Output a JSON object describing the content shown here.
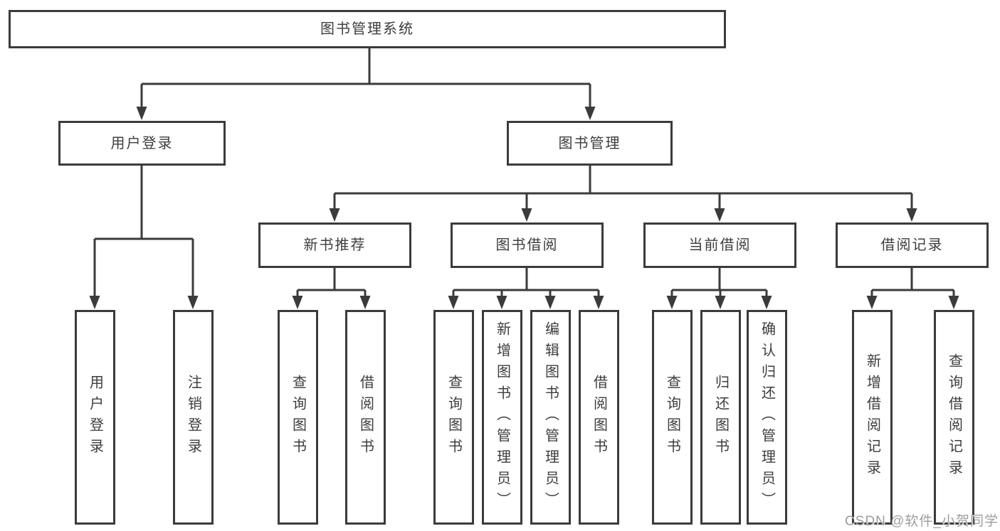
{
  "colors": {
    "line": "#3b3b3b",
    "box_border": "#3b3b3b",
    "text": "#3d3d3d",
    "background": "#ffffff",
    "watermark": "#9d9d9d"
  },
  "diagram": {
    "type": "tree",
    "root": "图书管理系统",
    "user_login": {
      "label": "用户登录",
      "children": {
        "login": "用户登录",
        "logout": "注销登录"
      }
    },
    "book_management": {
      "label": "图书管理",
      "new_book_recommend": {
        "label": "新书推荐",
        "children": {
          "query_book": "查询图书",
          "borrow_book": "借阅图书"
        }
      },
      "book_borrow": {
        "label": "图书借阅",
        "children": {
          "query_book": "查询图书",
          "add_book_admin": "新增图书（管理员）",
          "edit_book_admin": "编辑图书（管理员）",
          "borrow_book": "借阅图书"
        }
      },
      "current_borrow": {
        "label": "当前借阅",
        "children": {
          "query_book": "查询图书",
          "return_book": "归还图书",
          "confirm_return_admin": "确认归还（管理员）"
        }
      },
      "borrow_record": {
        "label": "借阅记录",
        "children": {
          "add_record": "新增借阅记录",
          "query_record": "查询借阅记录"
        }
      }
    }
  },
  "watermark": "CSDN @软件_小贺同学"
}
